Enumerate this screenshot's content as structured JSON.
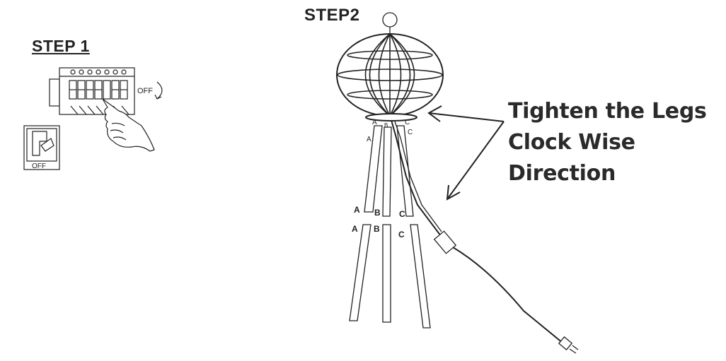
{
  "step1": {
    "title": "STEP 1",
    "breaker_off_label": "OFF",
    "switch_off_label": "OFF"
  },
  "step2": {
    "title": "STEP2",
    "instruction_line1": "Tighten the Legs",
    "instruction_line2": "Clock Wise Direction",
    "leg_labels": {
      "top_a": "A",
      "top_b": "B",
      "top_c": "C",
      "upper_a": "A",
      "upper_c": "C",
      "mid_a": "A",
      "mid_b": "B",
      "mid_c": "C",
      "lower_a": "A",
      "lower_b": "B",
      "lower_c": "C"
    }
  }
}
